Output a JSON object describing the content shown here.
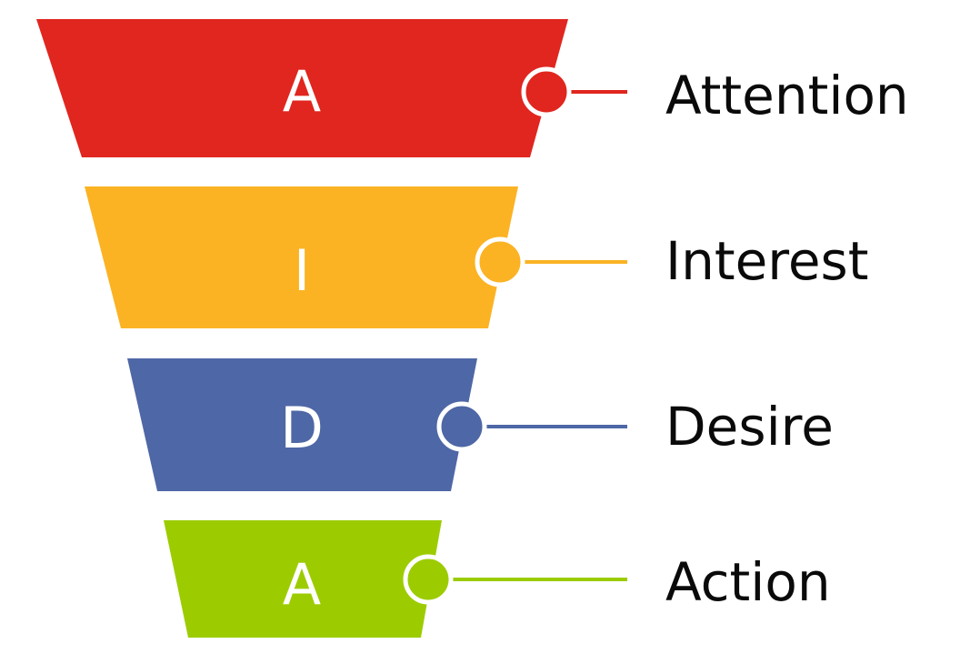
{
  "diagram": {
    "stages": [
      {
        "letter": "A",
        "label": "Attention",
        "color": "#e0261f"
      },
      {
        "letter": "I",
        "label": "Interest",
        "color": "#fbb324"
      },
      {
        "letter": "D",
        "label": "Desire",
        "color": "#4e67a6"
      },
      {
        "letter": "A",
        "label": "Action",
        "color": "#9ccc00"
      }
    ]
  }
}
